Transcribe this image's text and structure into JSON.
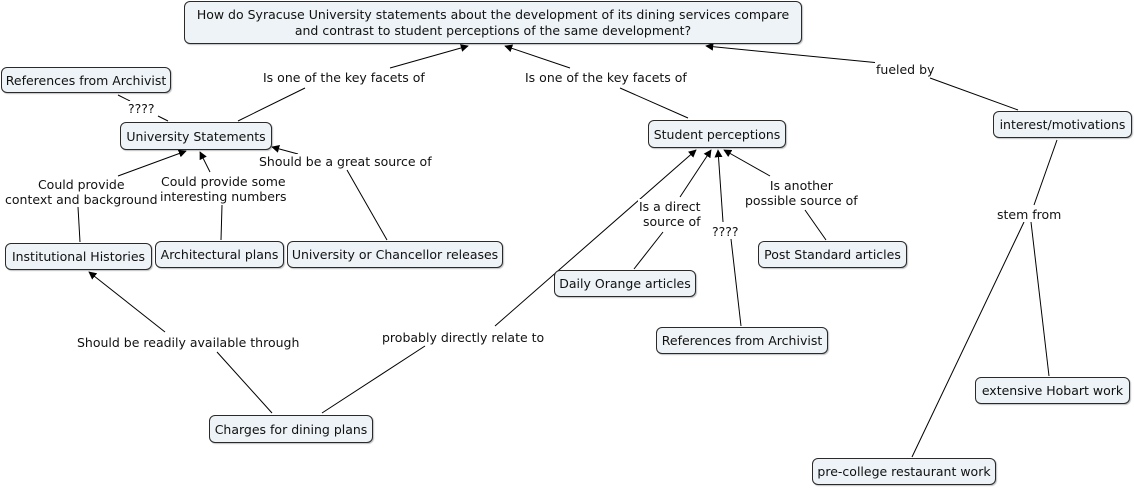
{
  "nodes": {
    "main_question": "How do Syracuse University statements about the development of its dining services compare and contrast to student perceptions of the same development?",
    "refs_archivist_left": "References from Archivist",
    "university_statements": "University Statements",
    "student_perceptions": "Student perceptions",
    "interest_motivations": "interest/motivations",
    "institutional_histories": "Institutional Histories",
    "architectural_plans": "Architectural plans",
    "chancellor_releases": "University or Chancellor releases",
    "daily_orange": "Daily Orange articles",
    "post_standard": "Post Standard articles",
    "refs_archivist_right": "References from Archivist",
    "charges_dining": "Charges for dining plans",
    "hobart_work": "extensive Hobart work",
    "restaurant_work": "pre-college restaurant work"
  },
  "labels": {
    "key_facet_left": "Is one of the key facets of",
    "key_facet_right": "Is one of the key facets of",
    "fueled_by": "fueled by",
    "qmarks_left": "????",
    "context_background": "Could provide\ncontext and background",
    "interesting_numbers": "Could provide some\ninteresting numbers",
    "great_source": "Should be a great source of",
    "direct_source": "Is a direct\nsource of",
    "qmarks_right": "????",
    "another_source": "Is another\npossible source of",
    "stem_from": "stem from",
    "readily_available": "Should be readily available through",
    "directly_relate": "probably directly relate to"
  },
  "colors": {
    "node_fill": "#edf3f6",
    "line": "#000000"
  }
}
